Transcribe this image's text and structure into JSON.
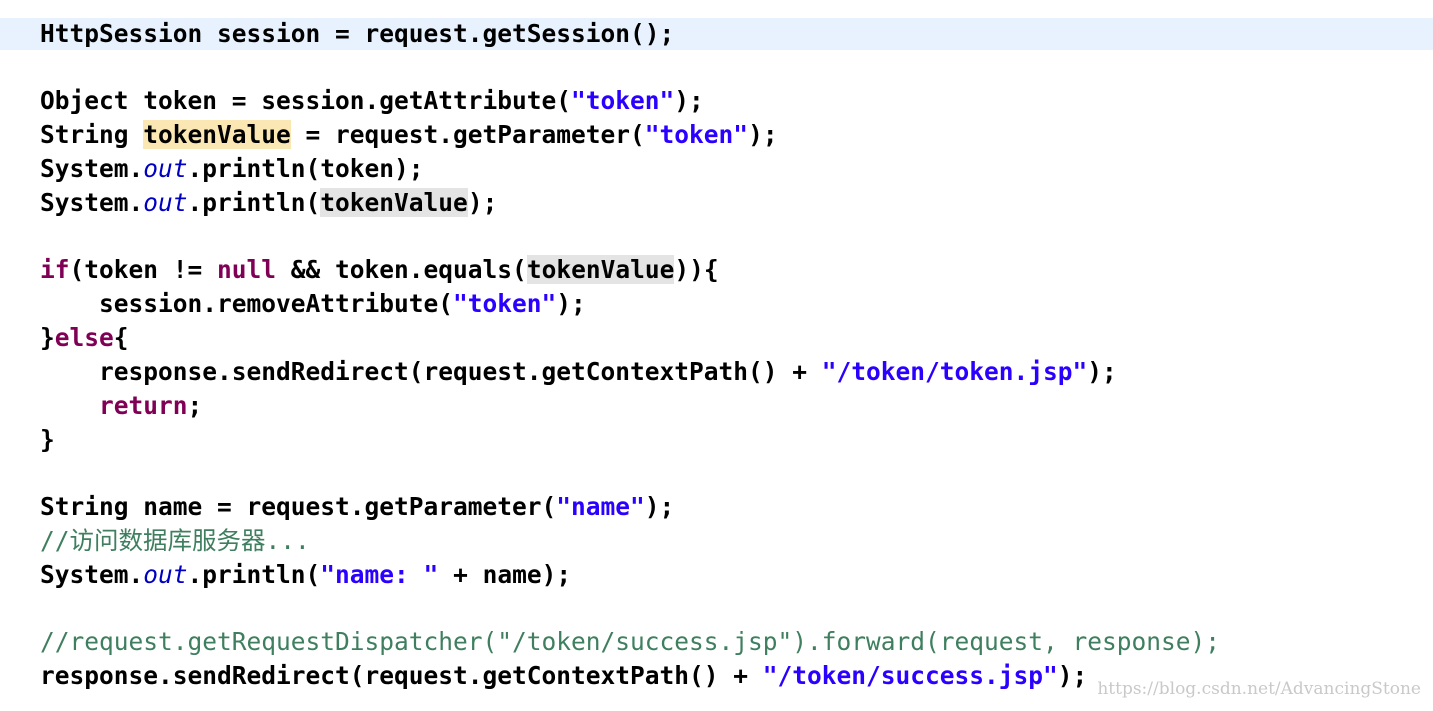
{
  "editor": {
    "language": "java",
    "colors": {
      "keyword": "#7f0055",
      "string": "#2a00ff",
      "field": "#0000c0",
      "comment": "#3f7f5f",
      "current_line": "#e8f2fe",
      "declaration_highlight": "#fbe7b3",
      "occurrence_highlight": "#e4e4e4"
    },
    "lines": {
      "l1": {
        "a": "HttpSession session = request.getSession();"
      },
      "l3": {
        "a": "Object token = session.getAttribute(",
        "s1": "\"token\"",
        "b": ");"
      },
      "l4": {
        "a": "String ",
        "v": "tokenValue",
        "b": " = request.getParameter(",
        "s1": "\"token\"",
        "c": ");"
      },
      "l5": {
        "a": "System.",
        "f": "out",
        "b": ".println(token);"
      },
      "l6": {
        "a": "System.",
        "f": "out",
        "b": ".println(",
        "v": "tokenValue",
        "c": ");"
      },
      "l8": {
        "k1": "if",
        "a": "(token != ",
        "k2": "null",
        "b": " && token.equals(",
        "v": "tokenValue",
        "c": ")){"
      },
      "l9": {
        "a": "    session.removeAttribute(",
        "s1": "\"token\"",
        "b": ");"
      },
      "l10": {
        "a": "}",
        "k1": "else",
        "b": "{"
      },
      "l11": {
        "a": "    response.sendRedirect(request.getContextPath() + ",
        "s1": "\"/token/token.jsp\"",
        "b": ");"
      },
      "l12": {
        "a": "    ",
        "k1": "return",
        "b": ";"
      },
      "l13": {
        "a": "}"
      },
      "l15": {
        "a": "String name = request.getParameter(",
        "s1": "\"name\"",
        "b": ");"
      },
      "l16": {
        "c1": "//访问数据库服务器..."
      },
      "l17": {
        "a": "System.",
        "f": "out",
        "b": ".println(",
        "s1": "\"name: \"",
        "c": " + name);"
      },
      "l19": {
        "c1": "//request.getRequestDispatcher(\"/token/success.jsp\").forward(request, response);"
      },
      "l20": {
        "a": "response.sendRedirect(request.getContextPath() + ",
        "s1": "\"/token/success.jsp\"",
        "b": ");"
      }
    }
  },
  "watermark": "https://blog.csdn.net/AdvancingStone"
}
